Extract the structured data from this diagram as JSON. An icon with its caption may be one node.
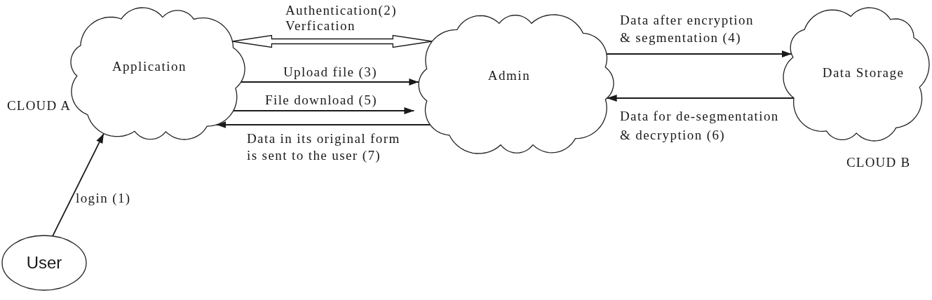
{
  "diagram": {
    "nodes": [
      {
        "text": [
          "Application"
        ],
        "beside": [
          "CLOUD A"
        ]
      },
      {
        "text": [
          "Admin"
        ]
      },
      {
        "text": [
          "Data Storage"
        ],
        "beside": [
          "CLOUD B"
        ]
      },
      {
        "text": [
          "User"
        ]
      }
    ],
    "edges": [
      {
        "from": 3,
        "to": 0,
        "arrow": "to",
        "label": "login (1)"
      },
      {
        "from": 0,
        "to": 1,
        "arrow": "both",
        "label": "Authentication(2) Verfication",
        "style": "thick"
      },
      {
        "from": 0,
        "to": 1,
        "arrow": "to",
        "label": "Upload file (3)"
      },
      {
        "from": 1,
        "to": 2,
        "arrow": "to",
        "label": "Data after encryption & segmentation (4)"
      },
      {
        "from": 0,
        "to": 1,
        "arrow": "to",
        "label": "File download (5)"
      },
      {
        "from": 2,
        "to": 1,
        "arrow": "to",
        "label": "Data for de-segmentation & decryption (6)"
      },
      {
        "from": 1,
        "to": 0,
        "arrow": "to",
        "label": "Data in its original form is sent to the user (7)"
      }
    ]
  }
}
